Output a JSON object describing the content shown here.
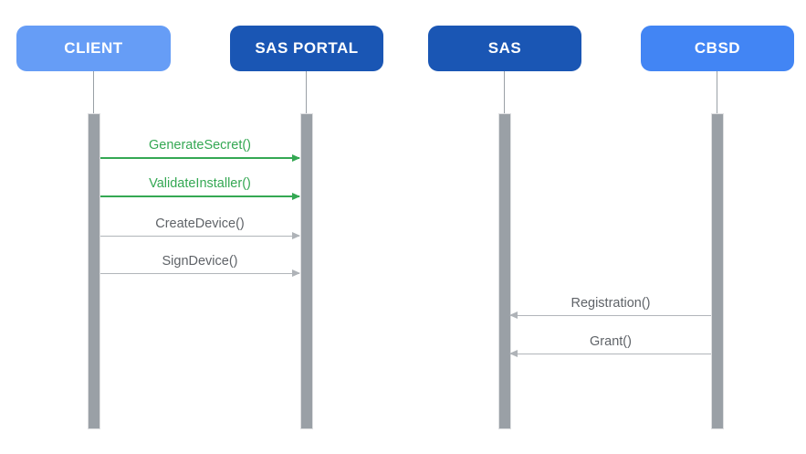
{
  "diagram": {
    "type": "sequence-diagram",
    "background": "#ffffff",
    "actors": [
      {
        "label": "CLIENT",
        "color": "#669DF6",
        "text_color": "#ffffff"
      },
      {
        "label": "SAS PORTAL",
        "color": "#1A56B4",
        "text_color": "#ffffff"
      },
      {
        "label": "SAS",
        "color": "#1A56B4",
        "text_color": "#ffffff"
      },
      {
        "label": "CBSD",
        "color": "#4285F4",
        "text_color": "#ffffff"
      }
    ],
    "lifeline_color": "#9AA0A6",
    "activation_bar_color": "#9AA0A6",
    "messages": [
      {
        "label": "GenerateSecret()",
        "from": "CLIENT",
        "to": "SAS PORTAL",
        "direction": "right",
        "color": "#34A853"
      },
      {
        "label": "ValidateInstaller()",
        "from": "CLIENT",
        "to": "SAS PORTAL",
        "direction": "right",
        "color": "#34A853"
      },
      {
        "label": "CreateDevice()",
        "from": "CLIENT",
        "to": "SAS PORTAL",
        "direction": "right",
        "color": "#5F6368"
      },
      {
        "label": "SignDevice()",
        "from": "CLIENT",
        "to": "SAS PORTAL",
        "direction": "right",
        "color": "#5F6368"
      },
      {
        "label": "Registration()",
        "from": "CBSD",
        "to": "SAS",
        "direction": "left",
        "color": "#5F6368"
      },
      {
        "label": "Grant()",
        "from": "CBSD",
        "to": "SAS",
        "direction": "left",
        "color": "#5F6368"
      }
    ]
  }
}
